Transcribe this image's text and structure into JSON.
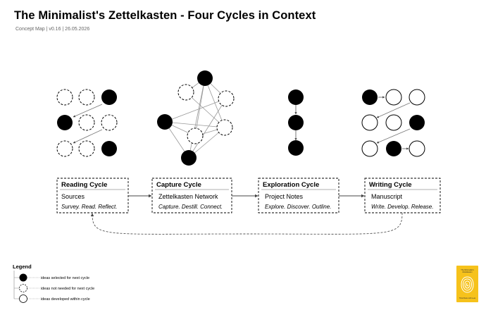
{
  "title": "The Minimalist's Zettelkasten - Four Cycles in Context",
  "subtitle": "Concept Map | v0.16 | 26.05.2026",
  "cycles": [
    {
      "title": "Reading Cycle",
      "artifact": "Sources",
      "description": "Survey. Read. Reflect."
    },
    {
      "title": "Capture Cycle",
      "artifact": "Zettelkasten Network",
      "description": "Capture. Destill. Connect."
    },
    {
      "title": "Exploration Cycle",
      "artifact": "Project Notes",
      "description": "Explore. Discover. Outline."
    },
    {
      "title": "Writing Cycle",
      "artifact": "Manuscript",
      "description": "Write. Develop. Release."
    }
  ],
  "legend": {
    "title": "Legend",
    "items": [
      {
        "style": "filled",
        "label": "ideas selected for next cycle"
      },
      {
        "style": "dashed",
        "label": "ideas not needed for next cycle"
      },
      {
        "style": "outline",
        "label": "ideas developed within cycle"
      }
    ]
  },
  "logo": {
    "line1": "The Minimalist's",
    "line2": "Zettelkasten",
    "footer": "Think Better with Less"
  },
  "colors": {
    "filled": "#000000",
    "outline": "#000000",
    "logo_background": "#f6c21b",
    "connector": "#555555"
  }
}
